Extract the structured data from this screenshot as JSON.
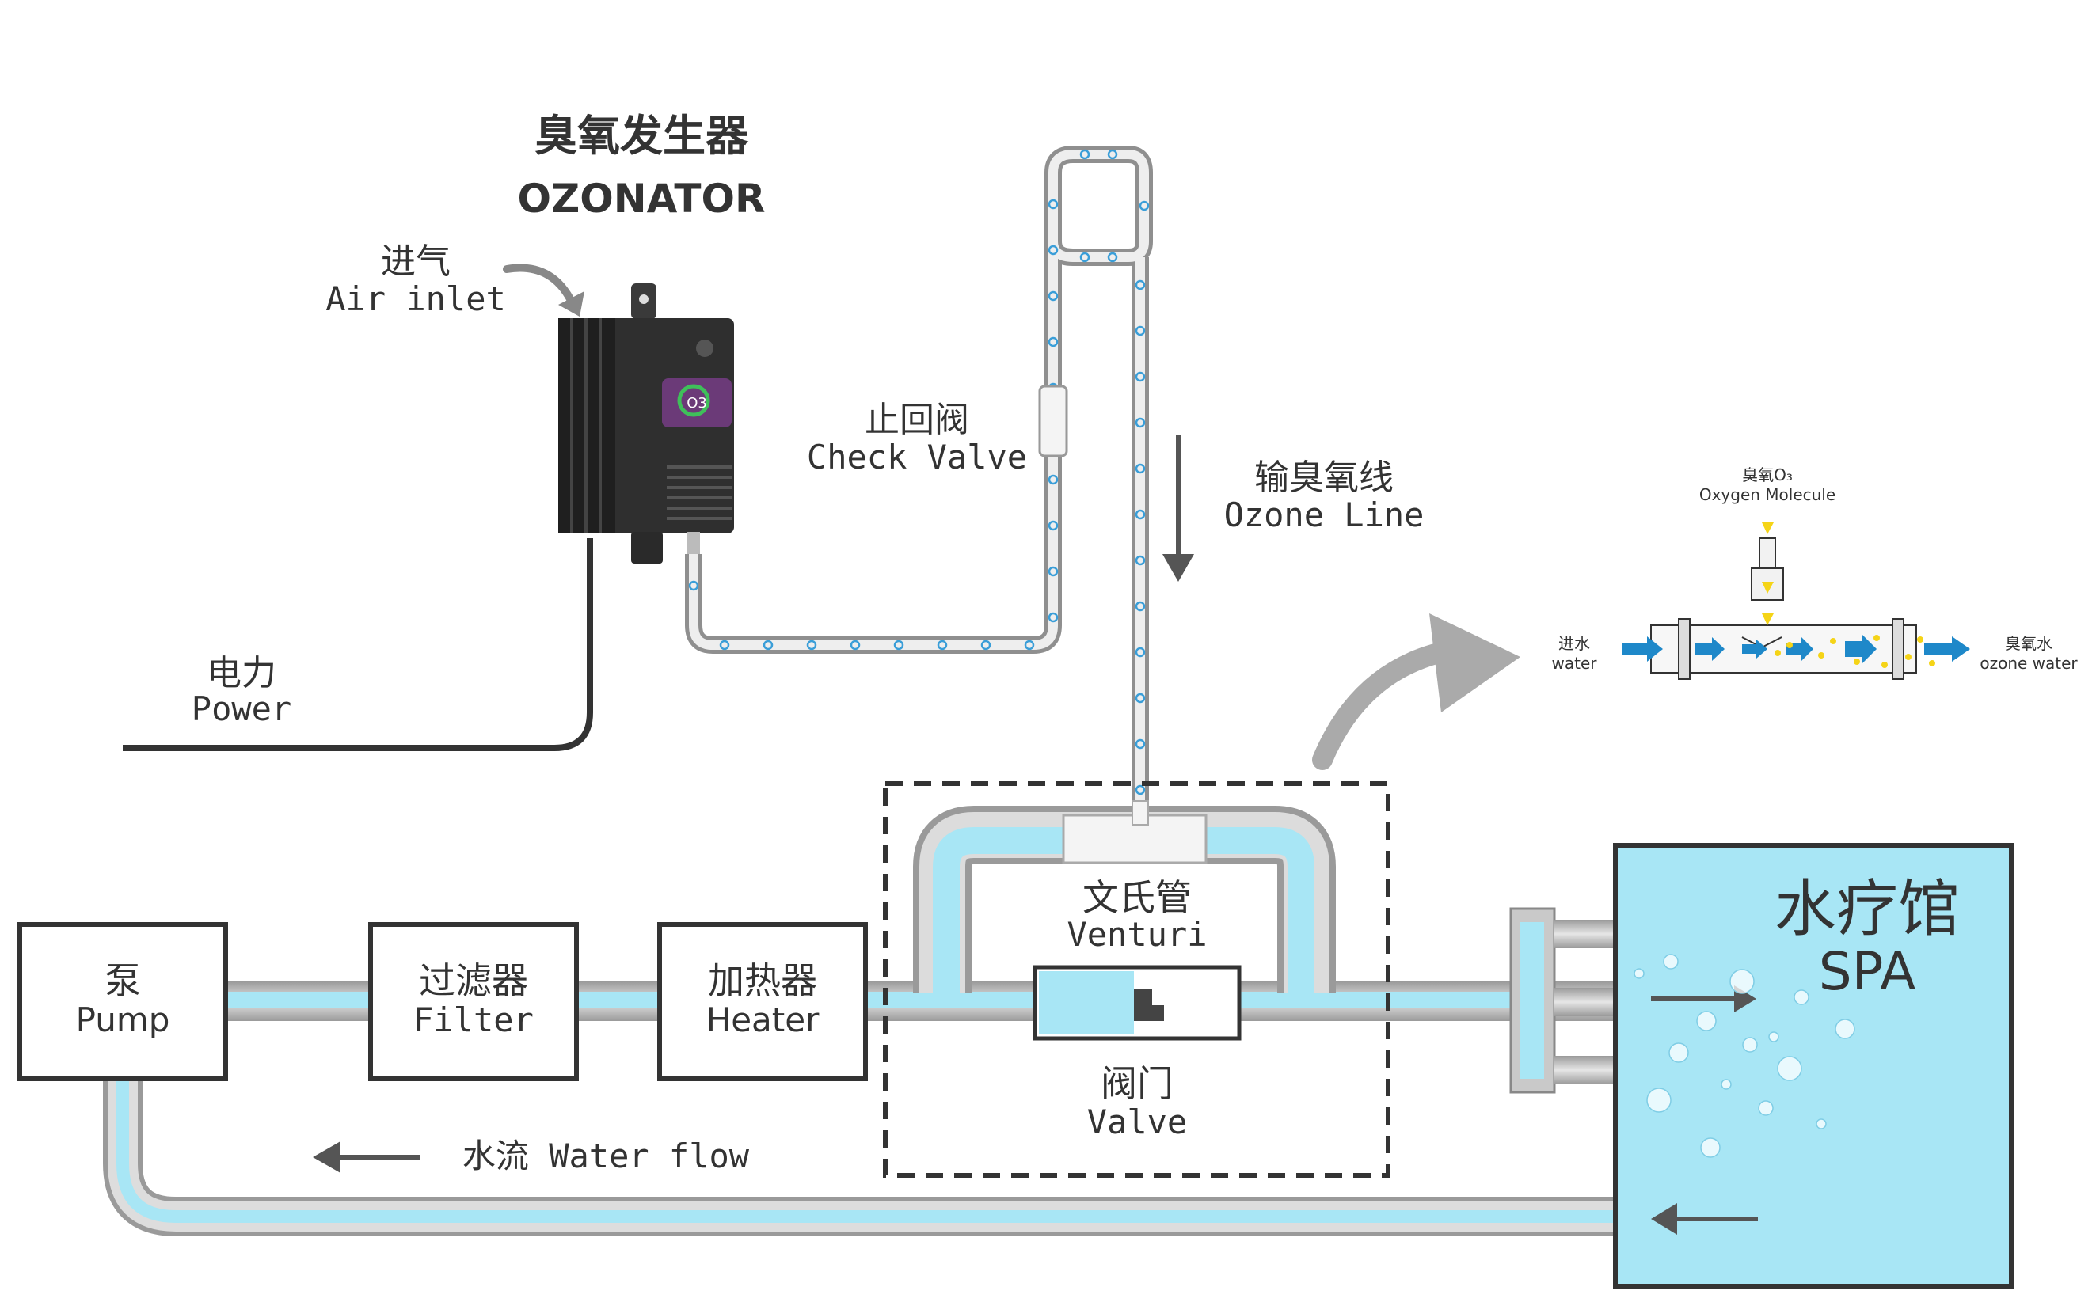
{
  "ozonator": {
    "title_cn": "臭氧发生器",
    "title_en": "OZONATOR",
    "badge": "O3"
  },
  "air_inlet": {
    "cn": "进气",
    "en": "Air inlet"
  },
  "power": {
    "cn": "电力",
    "en": "Power"
  },
  "check_valve": {
    "cn": "止回阀",
    "en": "Check Valve"
  },
  "ozone_line": {
    "cn": "输臭氧线",
    "en": "Ozone Line"
  },
  "venturi": {
    "cn": "文氏管",
    "en": "Venturi"
  },
  "valve": {
    "cn": "阀门",
    "en": "Valve"
  },
  "pump": {
    "cn": "泵",
    "en": "Pump"
  },
  "filter": {
    "cn": "过滤器",
    "en": "Filter"
  },
  "heater": {
    "cn": "加热器",
    "en": "Heater"
  },
  "water_flow": {
    "label": "水流 Water flow"
  },
  "spa": {
    "cn": "水疗馆",
    "en": "SPA"
  },
  "inset": {
    "top_cn": "臭氧O₃",
    "top_en": "Oxygen Molecule",
    "in_cn": "进水",
    "in_en": "water",
    "out_cn": "臭氧水",
    "out_en": "ozone water"
  },
  "colors": {
    "water": "#a8e6f5",
    "pipe": "#cfcfcf",
    "pipe_edge": "#7d7d7d",
    "box_border": "#333333",
    "ozonator_body": "#2f2f2f",
    "badge": "#6b3a78",
    "bubble": "#3a9ed8",
    "arrow": "#555555",
    "inset_arrow": "#1e88c9",
    "inset_spark": "#f5d417"
  }
}
